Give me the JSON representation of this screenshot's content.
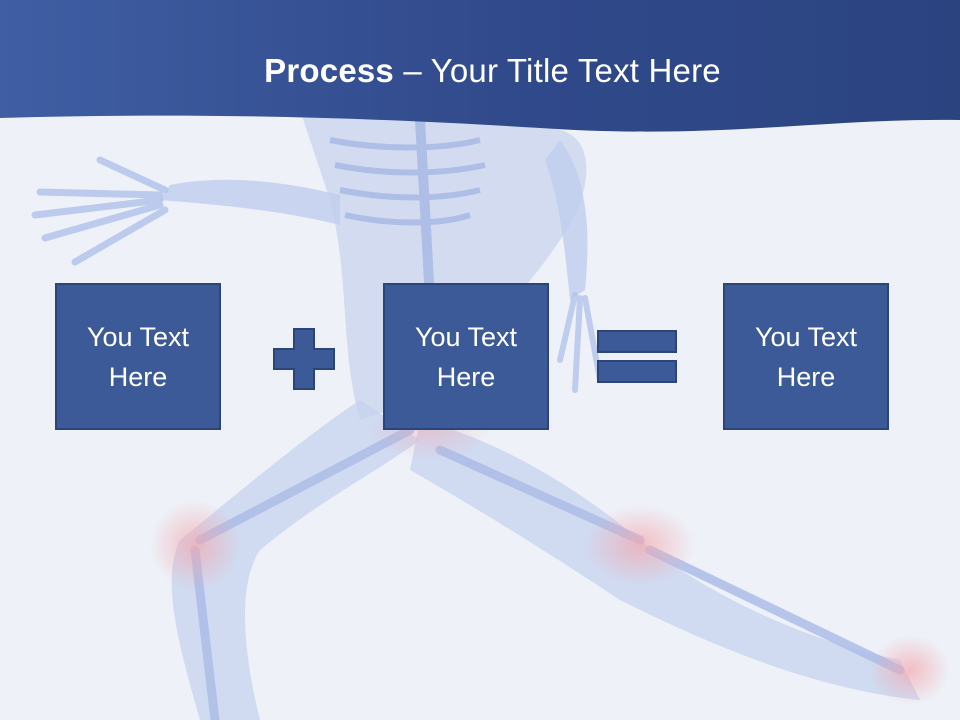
{
  "slide": {
    "title_bold": "Process",
    "title_rest": " – Your Title Text Here",
    "boxes": [
      {
        "text": "You Text Here"
      },
      {
        "text": "You Text Here"
      },
      {
        "text": "You Text Here"
      }
    ],
    "operators": [
      "plus-icon",
      "equals-icon"
    ],
    "colors": {
      "header": "#33508e",
      "box": "#3c5a98",
      "box_border": "#2b4479",
      "background": "#eef1f8"
    }
  }
}
